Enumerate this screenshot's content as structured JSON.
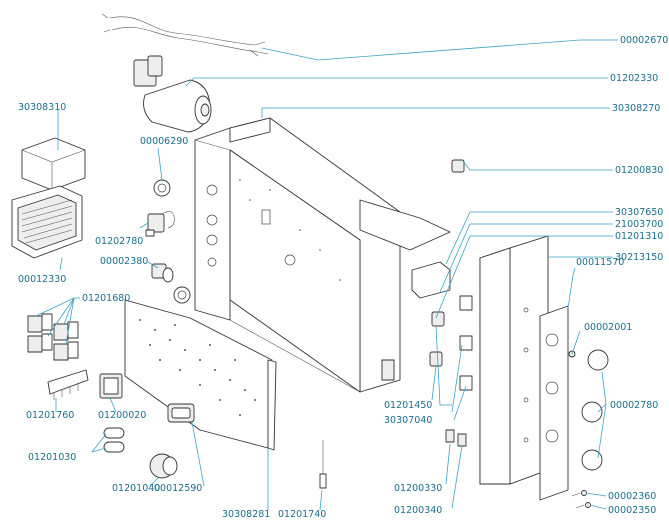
{
  "diagram": {
    "part_numbers": [
      "00002670",
      "01202330",
      "30308270",
      "30308310",
      "00006290",
      "01200830",
      "30307650",
      "21003700",
      "01201310",
      "30213150",
      "00011570",
      "00002001",
      "01202780",
      "00002380",
      "00012330",
      "01201680",
      "00002780",
      "01201450",
      "30307040",
      "01201760",
      "01200020",
      "01201030",
      "01201040",
      "00012590",
      "30308281",
      "01201740",
      "01200330",
      "01200340",
      "00002360",
      "00002350"
    ]
  }
}
